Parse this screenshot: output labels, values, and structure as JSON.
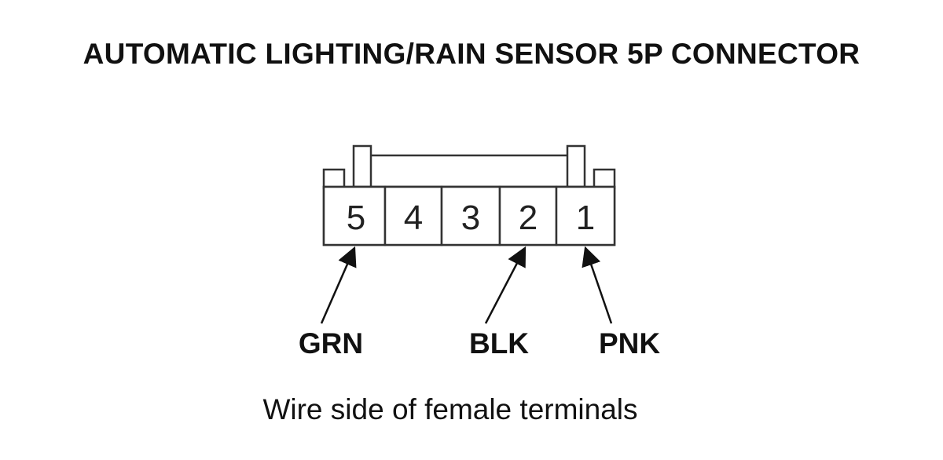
{
  "title": "AUTOMATIC LIGHTING/RAIN SENSOR 5P CONNECTOR",
  "connector": {
    "pins": [
      "5",
      "4",
      "3",
      "2",
      "1"
    ]
  },
  "wires": [
    {
      "pin": "5",
      "color": "GRN"
    },
    {
      "pin": "2",
      "color": "BLK"
    },
    {
      "pin": "1",
      "color": "PNK"
    }
  ],
  "caption": "Wire side of female terminals"
}
